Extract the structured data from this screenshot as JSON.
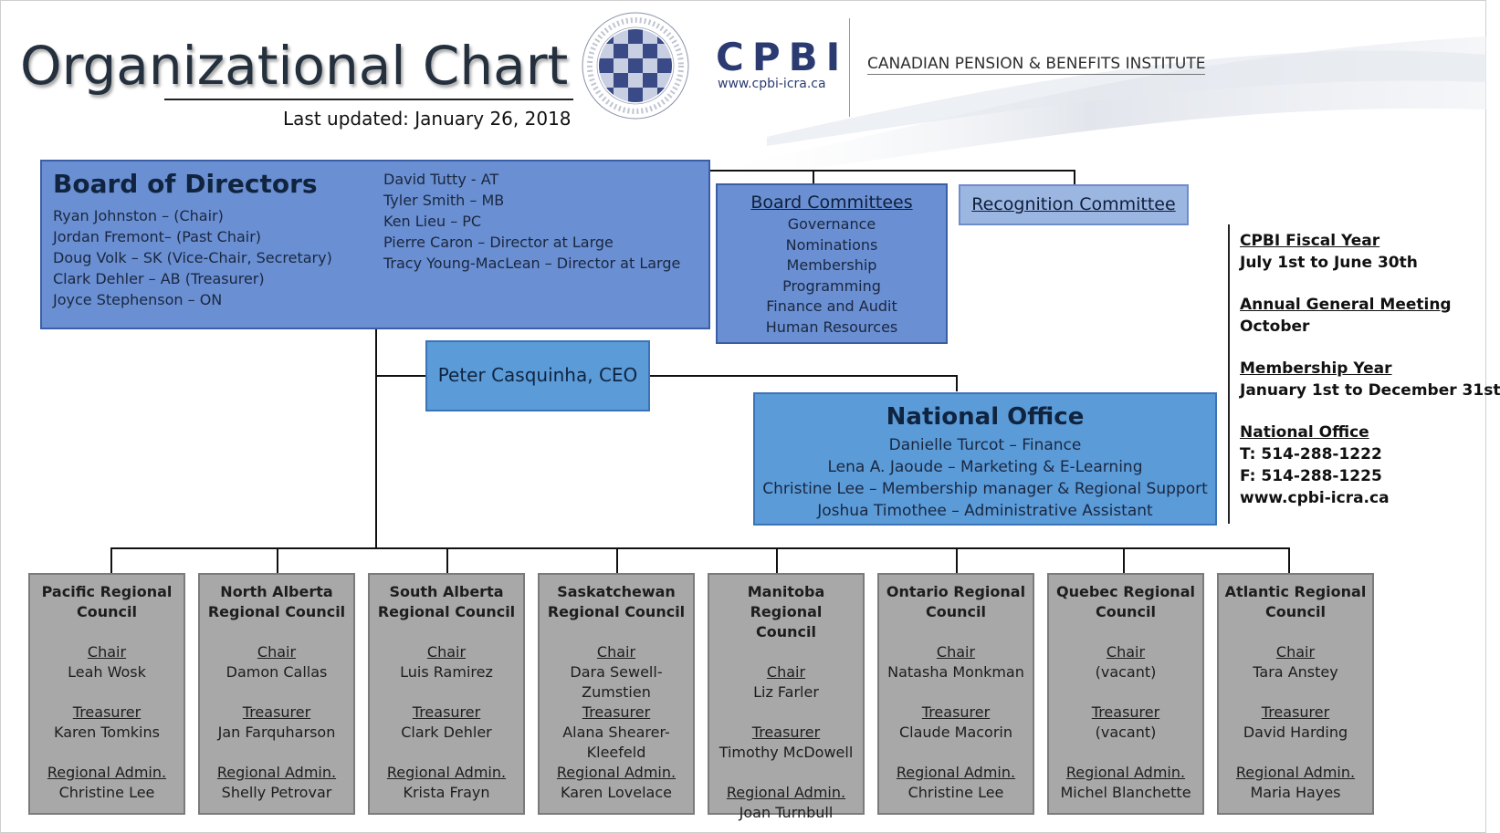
{
  "header": {
    "title": "Organizational Chart",
    "updated": "Last updated: January  26, 2018",
    "brand": "CPBI",
    "brand_url": "www.cpbi-icra.ca",
    "brand_name": "CANADIAN PENSION & BENEFITS INSTITUTE",
    "seal_icon": "cpbi-seal-icon"
  },
  "colors": {
    "board": "#6a8fd2",
    "ceo": "#5b9bd8",
    "recognition": "#9cb6e2",
    "council": "#a8a8a8",
    "brand": "#2b3b72"
  },
  "board": {
    "title": "Board of Directors",
    "members_left": [
      "Ryan Johnston – (Chair)",
      "Jordan Fremont– (Past Chair)",
      "Doug Volk – SK (Vice-Chair, Secretary)",
      "Clark Dehler – AB (Treasurer)",
      "Joyce Stephenson – ON"
    ],
    "members_right": [
      "David Tutty - AT",
      "Tyler Smith – MB",
      "Ken Lieu – PC",
      "Pierre Caron – Director at Large",
      "Tracy Young-MacLean – Director at Large"
    ]
  },
  "committees": {
    "title": "Board Committees",
    "items": [
      "Governance",
      "Nominations",
      "Membership",
      "Programming",
      "Finance and Audit",
      "Human Resources"
    ]
  },
  "recognition": {
    "title": "Recognition Committee"
  },
  "ceo": {
    "name": "Peter Casquinha, CEO"
  },
  "national_office": {
    "title": "National Office",
    "staff": [
      "Danielle Turcot – Finance",
      "Lena A. Jaoude – Marketing & E-Learning",
      "Christine Lee – Membership manager & Regional Support",
      "Joshua Timothee – Administrative Assistant"
    ]
  },
  "info": {
    "fiscal_label": "CPBI Fiscal Year",
    "fiscal_value": "July 1st to June 30th",
    "agm_label": "Annual General Meeting",
    "agm_value": "October",
    "membership_label": "Membership Year",
    "membership_value": "January 1st to December 31st",
    "office_label": "National Office",
    "office_phone": "T: 514-288-1222",
    "office_fax": "F: 514-288-1225",
    "office_url": "www.cpbi-icra.ca"
  },
  "councils": [
    {
      "name1": "Pacific Regional",
      "name2": "Council",
      "chair_label": "Chair",
      "chair1": "Leah Wosk",
      "chair2": "",
      "treasurer_label": "Treasurer",
      "treasurer1": "Karen Tomkins",
      "treasurer2": "",
      "admin_label": "Regional Admin.",
      "admin": "Christine Lee"
    },
    {
      "name1": "North Alberta",
      "name2": "Regional Council",
      "chair_label": "Chair",
      "chair1": "Damon Callas",
      "chair2": "",
      "treasurer_label": "Treasurer",
      "treasurer1": "Jan Farquharson",
      "treasurer2": "",
      "admin_label": "Regional Admin.",
      "admin": "Shelly Petrovar"
    },
    {
      "name1": "South Alberta",
      "name2": "Regional Council",
      "chair_label": "Chair",
      "chair1": "Luis Ramirez",
      "chair2": "",
      "treasurer_label": "Treasurer",
      "treasurer1": "Clark Dehler",
      "treasurer2": "",
      "admin_label": "Regional Admin.",
      "admin": "Krista Frayn"
    },
    {
      "name1": "Saskatchewan",
      "name2": "Regional Council",
      "chair_label": "Chair",
      "chair1": "Dara Sewell-",
      "chair2": "Zumstien",
      "treasurer_label": "Treasurer",
      "treasurer1": "Alana Shearer-",
      "treasurer2": "Kleefeld",
      "admin_label": "Regional Admin.",
      "admin": "Karen Lovelace"
    },
    {
      "name1": "Manitoba Regional",
      "name2": "Council",
      "chair_label": "Chair",
      "chair1": "Liz Farler",
      "chair2": "",
      "treasurer_label": "Treasurer",
      "treasurer1": "Timothy McDowell",
      "treasurer2": "",
      "admin_label": "Regional Admin.",
      "admin": "Joan Turnbull"
    },
    {
      "name1": "Ontario Regional",
      "name2": "Council",
      "chair_label": "Chair",
      "chair1": "Natasha Monkman",
      "chair2": "",
      "treasurer_label": "Treasurer",
      "treasurer1": "Claude Macorin",
      "treasurer2": "",
      "admin_label": "Regional Admin.",
      "admin": "Christine Lee"
    },
    {
      "name1": "Quebec Regional",
      "name2": "Council",
      "chair_label": "Chair",
      "chair1": "(vacant)",
      "chair2": "",
      "treasurer_label": "Treasurer",
      "treasurer1": "(vacant)",
      "treasurer2": "",
      "admin_label": "Regional Admin.",
      "admin": "Michel Blanchette"
    },
    {
      "name1": "Atlantic Regional",
      "name2": "Council",
      "chair_label": "Chair",
      "chair1": "Tara Anstey",
      "chair2": "",
      "treasurer_label": "Treasurer",
      "treasurer1": "David Harding",
      "treasurer2": "",
      "admin_label": "Regional Admin.",
      "admin": "Maria Hayes"
    }
  ]
}
